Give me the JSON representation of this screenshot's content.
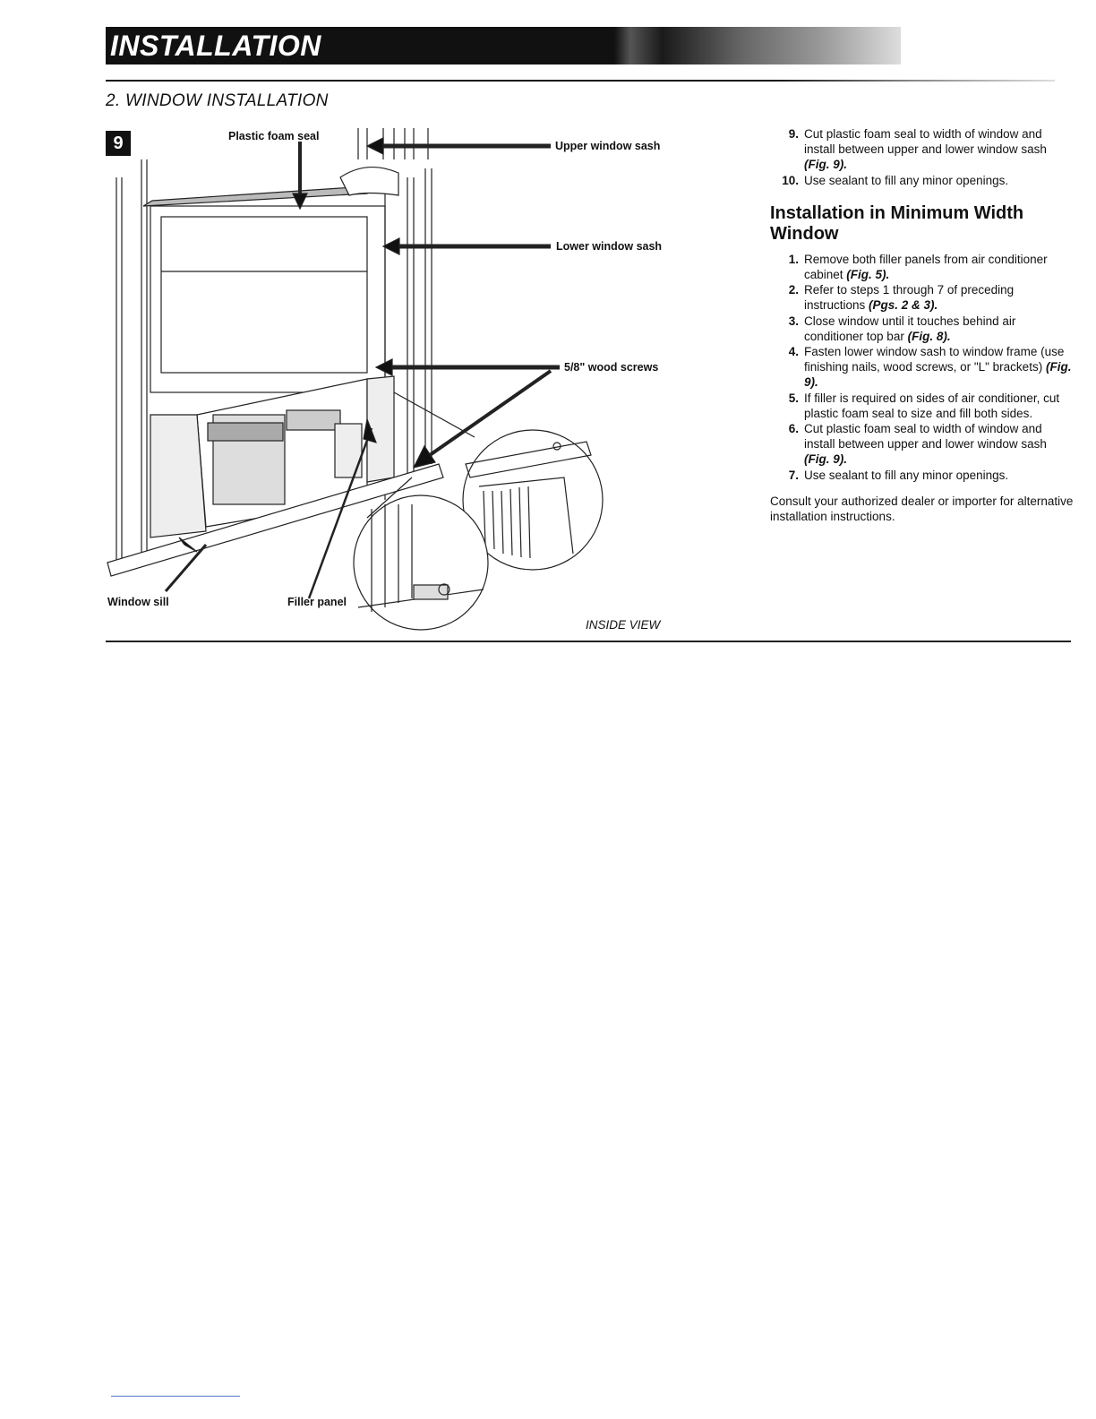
{
  "header": {
    "title": "INSTALLATION",
    "section": "2. WINDOW INSTALLATION"
  },
  "figure": {
    "number": "9",
    "callouts": {
      "plastic_foam_seal": "Plastic foam seal",
      "upper_window_sash": "Upper window sash",
      "lower_window_sash": "Lower window sash",
      "wood_screws": "5/8\" wood screws",
      "window_sill": "Window sill",
      "filler_panel": "Filler panel"
    },
    "caption": "INSIDE VIEW"
  },
  "steps_continued": [
    {
      "num": "9.",
      "text": "Cut plastic foam seal to width of window and install between upper and lower window sash ",
      "ref": "(Fig. 9).",
      "tail": ""
    },
    {
      "num": "10.",
      "text": "Use sealant to fill any minor openings.",
      "ref": "",
      "tail": ""
    }
  ],
  "min_width": {
    "title": "Installation in Minimum Width Window",
    "steps": [
      {
        "num": "1.",
        "text": "Remove both filler panels from air conditioner cabinet ",
        "ref": "(Fig. 5).",
        "tail": ""
      },
      {
        "num": "2.",
        "text": "Refer to steps 1 through 7 of preceding instructions ",
        "ref": "(Pgs. 2 & 3).",
        "tail": ""
      },
      {
        "num": "3.",
        "text": "Close window until it touches behind air conditioner top bar ",
        "ref": "(Fig. 8).",
        "tail": ""
      },
      {
        "num": "4.",
        "text": "Fasten lower window sash to window frame (use finishing nails, wood screws, or \"L\" brackets) ",
        "ref": "(Fig. 9).",
        "tail": ""
      },
      {
        "num": "5.",
        "text": "If filler is required on sides of air conditioner, cut plastic foam seal to size and fill both sides.",
        "ref": "",
        "tail": ""
      },
      {
        "num": "6.",
        "text": "Cut plastic foam seal to width of window and install between upper and lower window sash ",
        "ref": "(Fig. 9).",
        "tail": ""
      },
      {
        "num": "7.",
        "text": "Use sealant to fill any minor openings.",
        "ref": "",
        "tail": ""
      }
    ],
    "note": "Consult your authorized dealer or importer for alternative installation instructions."
  }
}
